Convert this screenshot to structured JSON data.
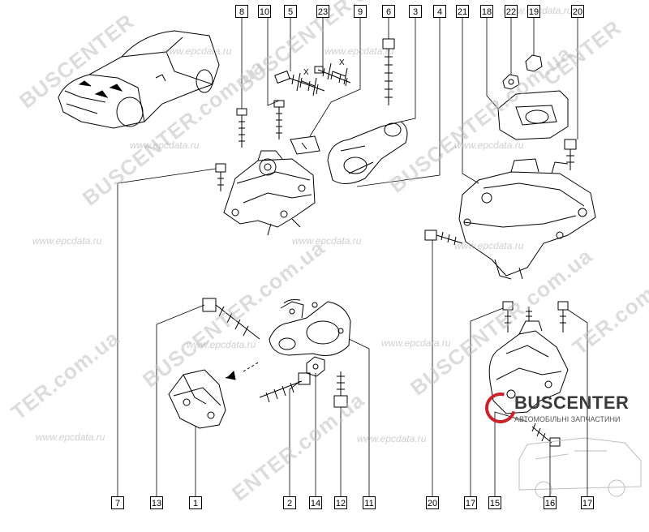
{
  "callouts": {
    "top_left": [
      "8",
      "10",
      "5",
      "23",
      "9",
      "6",
      "3",
      "4"
    ],
    "top_right": [
      "21",
      "18",
      "22",
      "19",
      "20"
    ],
    "bottom": [
      "7",
      "13",
      "1",
      "2",
      "14",
      "12",
      "11",
      "20",
      "17",
      "15",
      "16",
      "17"
    ]
  },
  "dimension_labels": {
    "x1": "X",
    "x2": "X"
  },
  "watermarks": {
    "red": "BUSCENTER.com.ua",
    "red_fragments": [
      "BUSCENTER",
      "TER.com.ua",
      "CENTER",
      "ENTER.com.ua"
    ],
    "grey": "www.epcdata.ru",
    "grey_alt": "www.epcdata.ru"
  },
  "logo": {
    "brand": "BUSCENTER",
    "tagline": "АВТОМОБІЛЬНІ ЗАПЧАСТИНИ"
  },
  "colors": {
    "line": "#000000",
    "watermark_red": "#c9242b",
    "watermark_grey": "#9a9a9a",
    "background": "#ffffff"
  }
}
